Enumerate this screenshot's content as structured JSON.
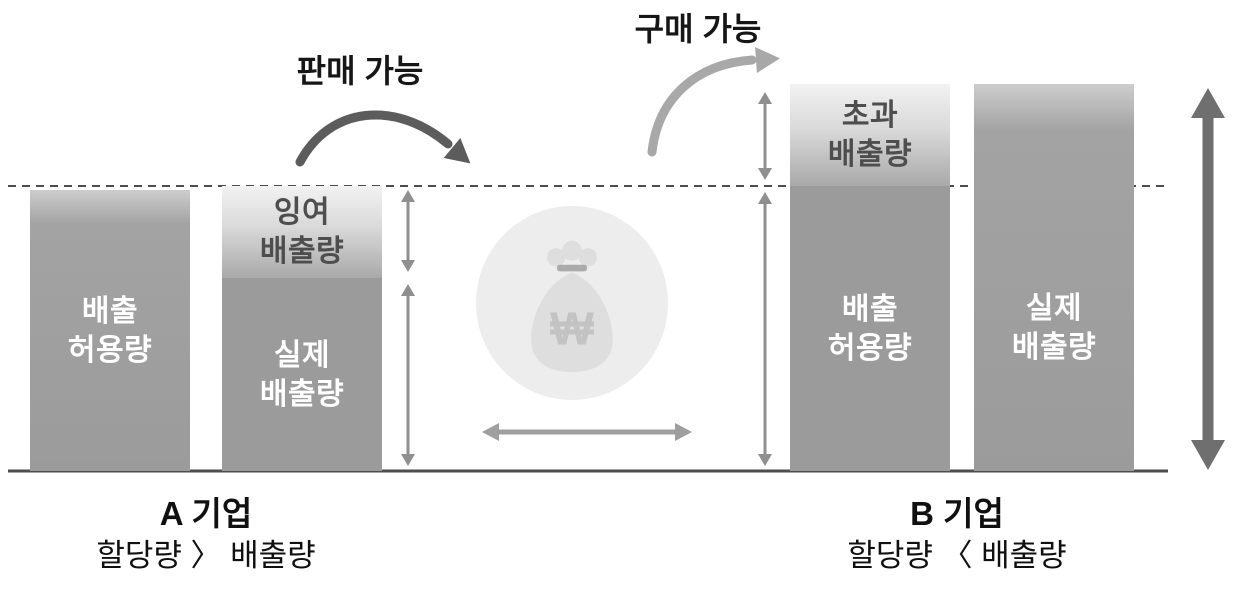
{
  "labels": {
    "sell": "판매 가능",
    "buy": "구매 가능"
  },
  "company_a": {
    "allowance": "배출\n허용량",
    "surplus": "잉여\n배출량",
    "actual": "실제\n배출량",
    "name": "A 기업",
    "caption": "할당량 〉 배출량"
  },
  "company_b": {
    "excess": "초과\n배출량",
    "allowance": "배출\n허용량",
    "actual": "실제\n배출량",
    "name": "B 기업",
    "caption": "할당량 〈 배출량"
  },
  "money": {
    "won_symbol": "₩"
  },
  "colors": {
    "bar_gray": "#9b9b9b",
    "segment_light": "#e3e3e3",
    "arrow_dark": "#5c5c5c",
    "arrow_mid": "#8f8f8f",
    "arrow_light": "#a8a8a8",
    "arrow_thick": "#6f6f6f",
    "baseline": "#4d4d4d",
    "circle_bg": "#ededed"
  }
}
